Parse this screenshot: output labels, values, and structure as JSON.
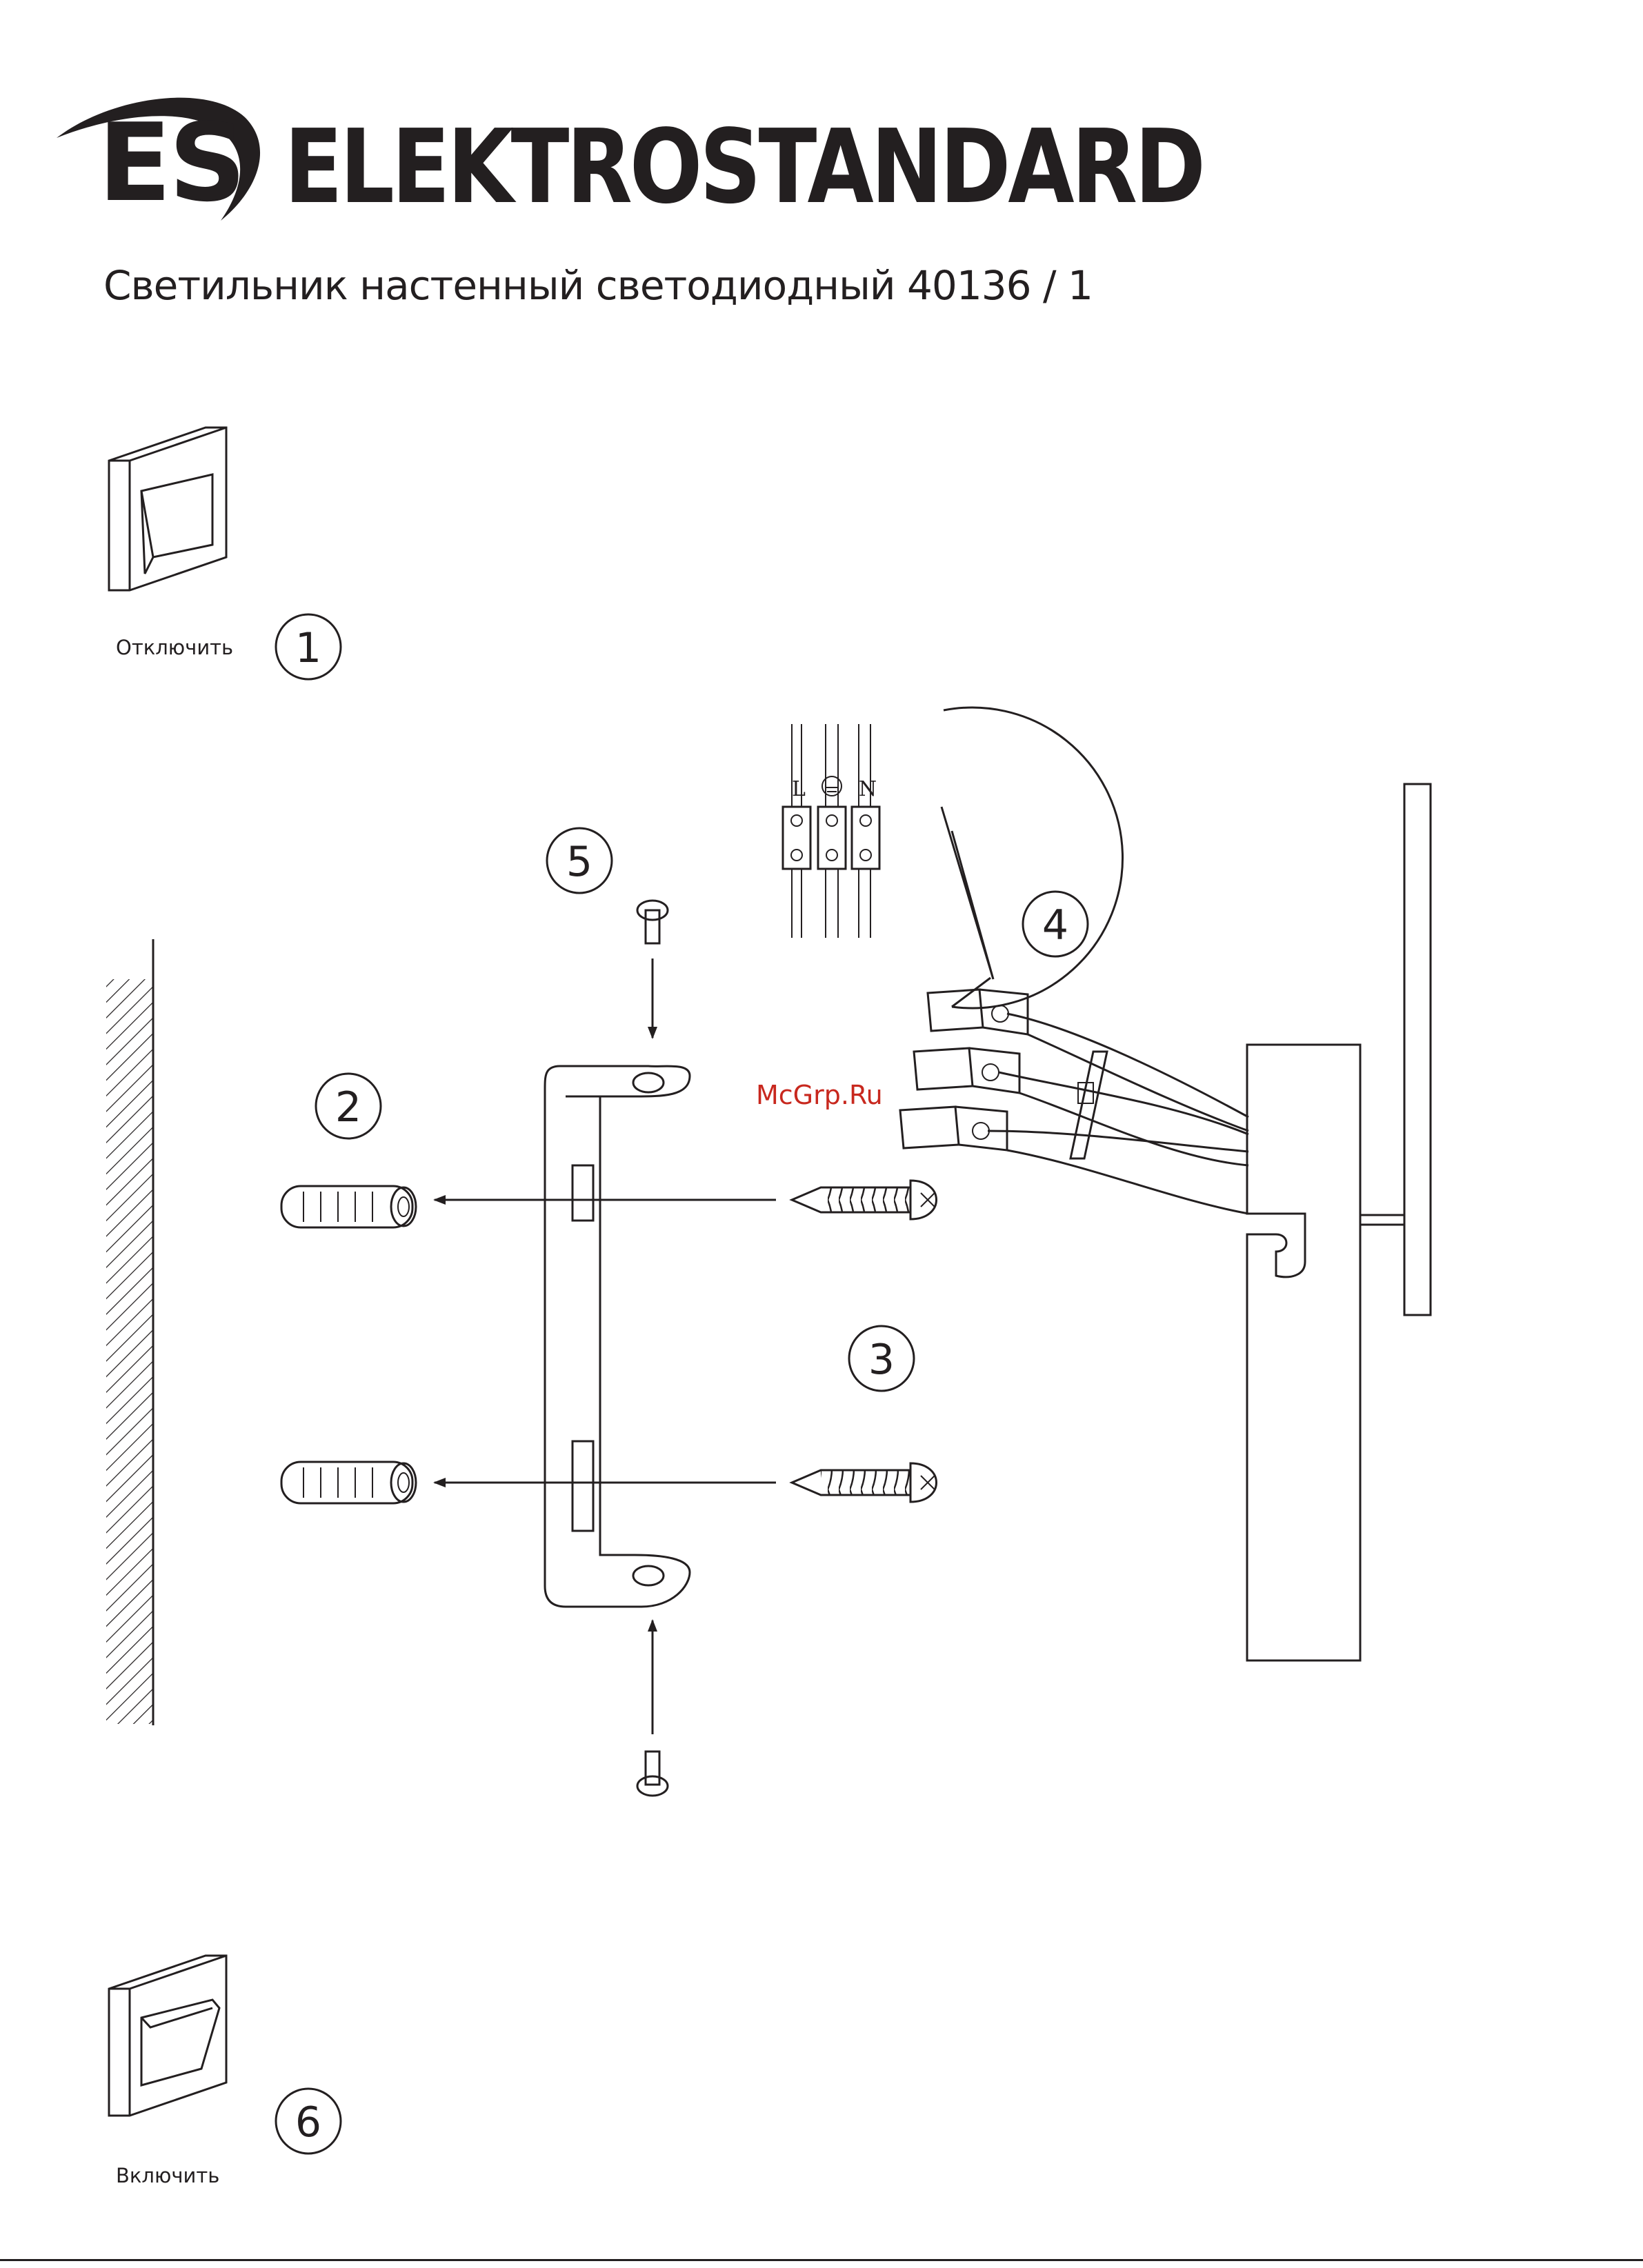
{
  "header": {
    "logo_mark": "ES",
    "brand": "ELEKTROSTANDARD",
    "subtitle": "Светильник настенный светодиодный 40136 / 1"
  },
  "steps": [
    {
      "number": "1",
      "caption": "Отключить"
    },
    {
      "number": "2"
    },
    {
      "number": "3"
    },
    {
      "number": "4"
    },
    {
      "number": "5"
    },
    {
      "number": "6",
      "caption": "Включить"
    }
  ],
  "terminal_labels": {
    "live": "L",
    "neutral": "N"
  },
  "watermark": "McGrp.Ru",
  "colors": {
    "ink": "#231f20",
    "watermark": "#c8281e",
    "background": "#ffffff"
  }
}
